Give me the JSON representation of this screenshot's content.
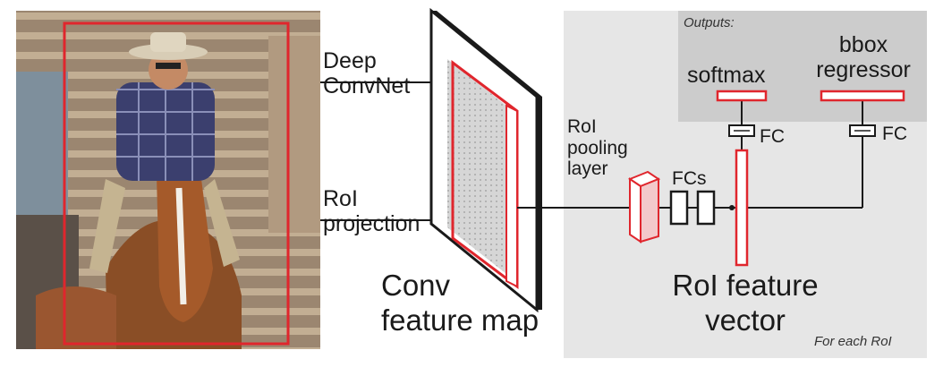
{
  "labels": {
    "deep_convnet": "Deep\nConvNet",
    "roi_projection": "RoI\nprojection",
    "conv_feature_map": "Conv\nfeature map",
    "roi_pooling_layer": "RoI\npooling\nlayer",
    "fcs": "FCs",
    "fc_left": "FC",
    "fc_right": "FC",
    "roi_feature_vector": "RoI feature\nvector",
    "outputs": "Outputs:",
    "softmax": "softmax",
    "bbox_regressor": "bbox\nregressor",
    "for_each_roi": "For each RoI"
  },
  "colors": {
    "roi_red": "#e0262d",
    "panel_gray": "#e6e6e6",
    "outputs_gray": "#cccccc",
    "line_black": "#1a1a1a"
  },
  "photo": {
    "subject": "cowboy riding a horse with red RoI box"
  }
}
